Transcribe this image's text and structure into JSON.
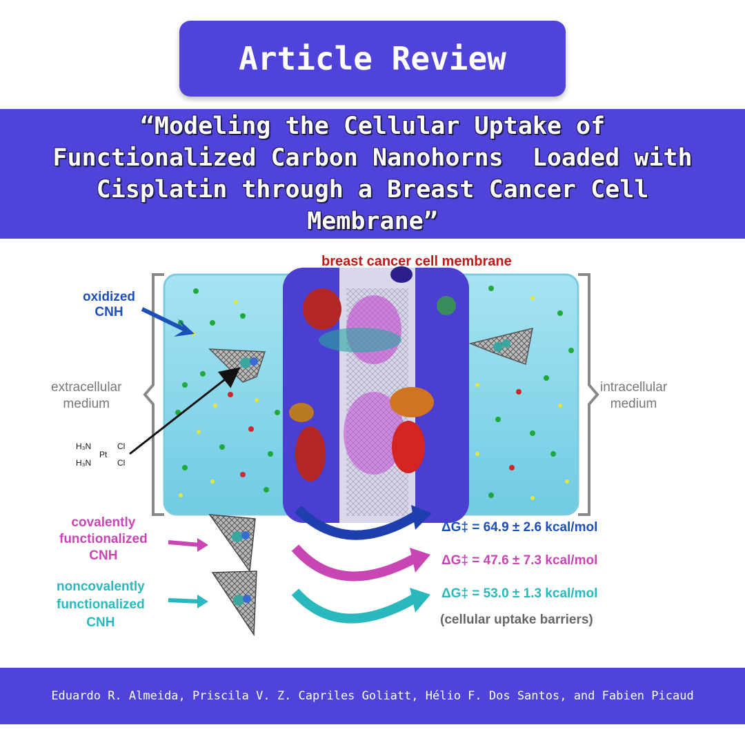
{
  "header": {
    "badge_label": "Article Review"
  },
  "article": {
    "title_lines": [
      "“Modeling the Cellular Uptake of",
      "Functionalized Carbon Nanohorns  Loaded with",
      "Cisplatin through a Breast Cancer Cell",
      "Membrane”"
    ]
  },
  "figure": {
    "membrane_label": "breast cancer cell membrane",
    "oxidized_line1": "oxidized",
    "oxidized_line2": "CNH",
    "extracellular_line1": "extracellular",
    "extracellular_line2": "medium",
    "intracellular_line1": "intracellular",
    "intracellular_line2": "medium",
    "covalent_line1": "covalently",
    "covalent_line2": "functionalized",
    "covalent_line3": "CNH",
    "noncovalent_line1": "noncovalently",
    "noncovalent_line2": "functionalized",
    "noncovalent_line3": "CNH",
    "barrier_oxidized": "ΔG‡ = 64.9 ± 2.6 kcal/mol",
    "barrier_covalent": "ΔG‡ = 47.6 ± 7.3 kcal/mol",
    "barrier_noncovalent": "ΔG‡ = 53.0 ± 1.3 kcal/mol",
    "barrier_caption": "(cellular uptake barriers)",
    "cisplatin_h3n_top": "H₃N",
    "cisplatin_h3n_bottom": "H₃N",
    "cisplatin_pt": "Pt",
    "cisplatin_cl_top": "Cl",
    "cisplatin_cl_bottom": "Cl",
    "colors": {
      "water": "#8fd8ec",
      "membrane_label": "#c01818",
      "oxidized": "#1c4fb8",
      "covalent": "#c846b4",
      "noncovalent": "#2ab8bf",
      "gray": "#777777",
      "accent": "#4f43d9"
    }
  },
  "footer": {
    "authors": "Eduardo R. Almeida, Priscila V. Z. Capriles Goliatt, Hélio F. Dos Santos, and Fabien Picaud"
  }
}
